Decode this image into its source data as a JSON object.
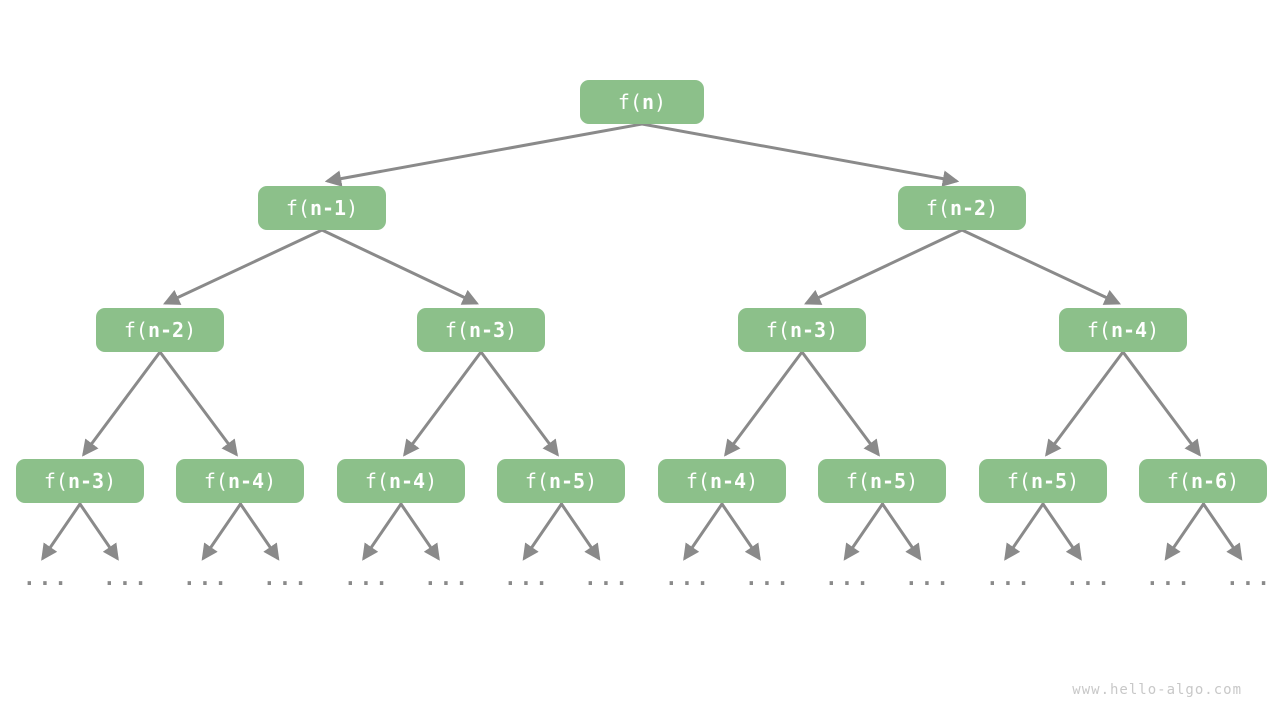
{
  "diagram": {
    "type": "recursion-tree",
    "colors": {
      "node_fill": "#8cc08a",
      "node_text": "#ffffff",
      "edge": "#8a8a8a",
      "watermark_text": "#c8c8c8"
    },
    "tree": {
      "levels": [
        {
          "nodes": [
            {
              "prefix": "f(",
              "arg": "n",
              "suffix": ")"
            }
          ]
        },
        {
          "nodes": [
            {
              "prefix": "f(",
              "arg": "n-1",
              "suffix": ")"
            },
            {
              "prefix": "f(",
              "arg": "n-2",
              "suffix": ")"
            }
          ]
        },
        {
          "nodes": [
            {
              "prefix": "f(",
              "arg": "n-2",
              "suffix": ")"
            },
            {
              "prefix": "f(",
              "arg": "n-3",
              "suffix": ")"
            },
            {
              "prefix": "f(",
              "arg": "n-3",
              "suffix": ")"
            },
            {
              "prefix": "f(",
              "arg": "n-4",
              "suffix": ")"
            }
          ]
        },
        {
          "nodes": [
            {
              "prefix": "f(",
              "arg": "n-3",
              "suffix": ")"
            },
            {
              "prefix": "f(",
              "arg": "n-4",
              "suffix": ")"
            },
            {
              "prefix": "f(",
              "arg": "n-4",
              "suffix": ")"
            },
            {
              "prefix": "f(",
              "arg": "n-5",
              "suffix": ")"
            },
            {
              "prefix": "f(",
              "arg": "n-4",
              "suffix": ")"
            },
            {
              "prefix": "f(",
              "arg": "n-5",
              "suffix": ")"
            },
            {
              "prefix": "f(",
              "arg": "n-5",
              "suffix": ")"
            },
            {
              "prefix": "f(",
              "arg": "n-6",
              "suffix": ")"
            }
          ]
        }
      ],
      "leaf_ellipsis": "..."
    },
    "watermark": "www.hello-algo.com"
  }
}
